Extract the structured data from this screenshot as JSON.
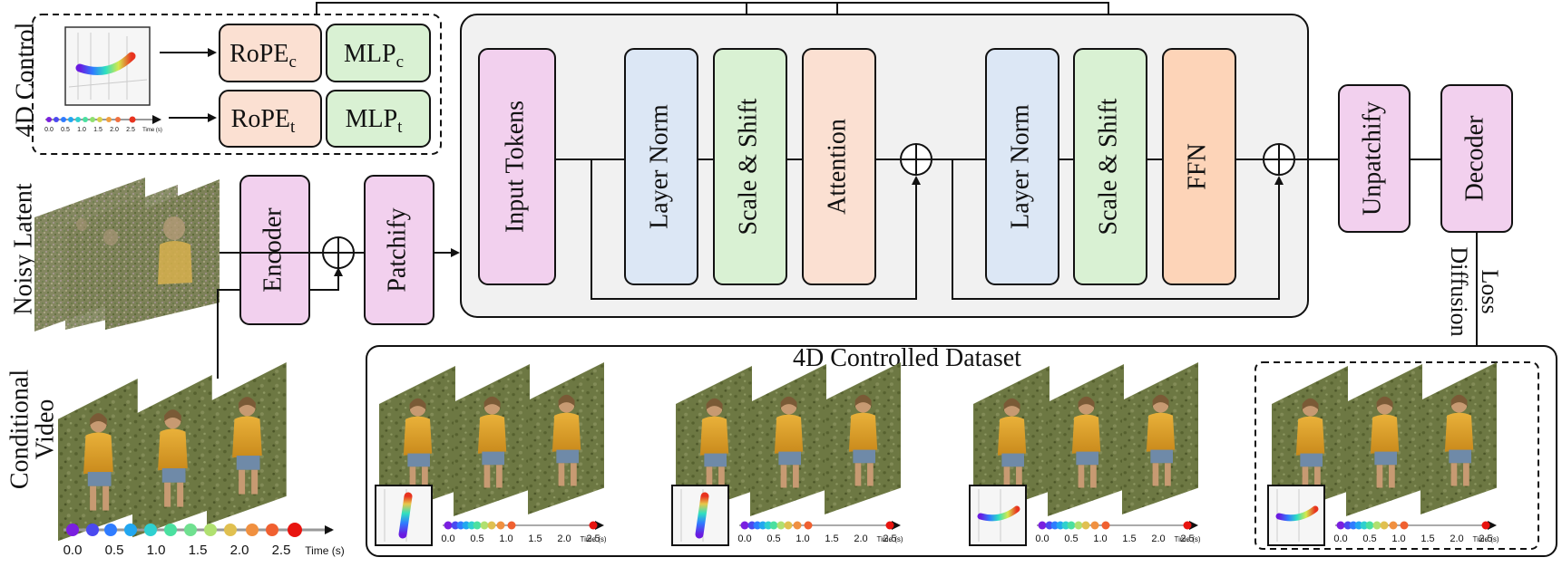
{
  "colors": {
    "pink": "#f2d0ee",
    "salmon": "#fbe0d2",
    "green": "#d9f1d3",
    "blue": "#dce7f5",
    "orange": "#fdd4b8",
    "panel_gray": "#f1f1f1",
    "stroke": "#222222",
    "grass": "#6f7a45",
    "shirt": "#e2a92f"
  },
  "sidebar": {
    "control": "4D Control",
    "noisy": "Noisy Latent",
    "conditional_line1": "Conditional",
    "conditional_line2": "Video"
  },
  "control": {
    "rope_c": "RoPE",
    "rope_c_sub": "c",
    "mlp_c": "MLP",
    "mlp_c_sub": "c",
    "rope_t": "RoPE",
    "rope_t_sub": "t",
    "mlp_t": "MLP",
    "mlp_t_sub": "t",
    "mini_ticks": [
      "0.0",
      "0.5",
      "1.0",
      "1.5",
      "2.0",
      "2.5"
    ],
    "mini_time_label": "Time (s)"
  },
  "left": {
    "encoder": "Encoder",
    "patchify": "Patchify"
  },
  "transformer": {
    "input_tokens": "Input Tokens",
    "layer_norm_1": "Layer Norm",
    "scale_shift_1": "Scale & Shift",
    "attention": "Attention",
    "layer_norm_2": "Layer Norm",
    "scale_shift_2": "Scale & Shift",
    "ffn": "FFN"
  },
  "right": {
    "unpatchify": "Unpatchify",
    "decoder": "Decoder",
    "diffusion": "Diffusion",
    "loss": "Loss"
  },
  "dataset": {
    "title": "4D Controlled Dataset",
    "axis_ticks": [
      "0.0",
      "0.5",
      "1.0",
      "1.5",
      "2.0",
      "2.5"
    ],
    "axis_unit": "Time (s)",
    "groups": [
      {
        "id": "g1",
        "trajectory": "vertical",
        "highlighted": false
      },
      {
        "id": "g2",
        "trajectory": "vertical",
        "highlighted": false
      },
      {
        "id": "g3",
        "trajectory": "arc",
        "highlighted": false
      },
      {
        "id": "g4",
        "trajectory": "arc",
        "highlighted": true
      }
    ]
  },
  "timeline": {
    "ticks": [
      "0.0",
      "0.5",
      "1.0",
      "1.5",
      "2.0",
      "2.5"
    ],
    "unit": "Time (s)"
  }
}
